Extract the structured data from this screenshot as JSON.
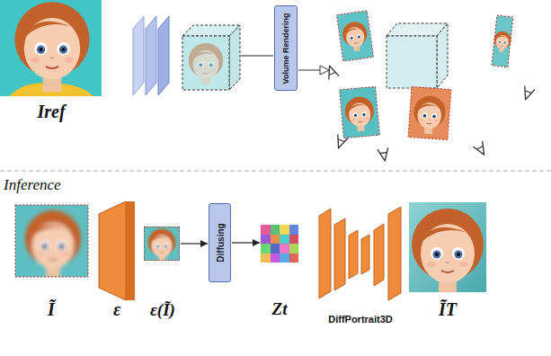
{
  "diagram": {
    "nodes": [
      {
        "text": [
          "Volume Rendering"
        ]
      },
      {
        "text": [
          "ε(Ĩ)"
        ]
      },
      {
        "text": [
          "Diffusing"
        ]
      },
      {
        "text": [
          "Zt"
        ]
      }
    ],
    "edges": [
      {
        "from": 1,
        "to": 2,
        "arrow": "to"
      },
      {
        "from": 2,
        "to": 3,
        "arrow": "to"
      }
    ],
    "labels": [
      "Iref",
      "Inference",
      "Ĩ",
      "ε",
      "DiffPortrait3D",
      "ĨT"
    ]
  }
}
